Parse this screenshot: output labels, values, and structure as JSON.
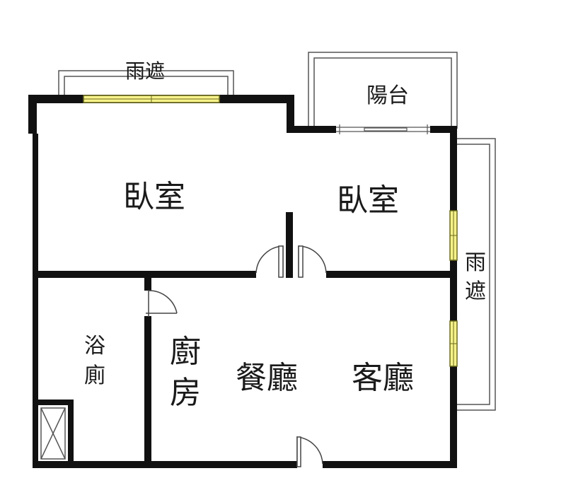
{
  "floorplan": {
    "rooms": {
      "bedroom_left": "臥室",
      "bedroom_right": "臥室",
      "balcony": "陽台",
      "canopy_top": "雨遮",
      "canopy_right_line1": "雨",
      "canopy_right_line2": "遮",
      "bathroom_line1": "浴",
      "bathroom_line2": "廁",
      "kitchen_line1": "廚",
      "kitchen_line2": "房",
      "dining": "餐廳",
      "living": "客廳"
    },
    "colors": {
      "wall": "#111111",
      "window_fill": "#f6f28a",
      "window_stroke": "#6b6b1e",
      "thin_line": "#555555"
    }
  }
}
